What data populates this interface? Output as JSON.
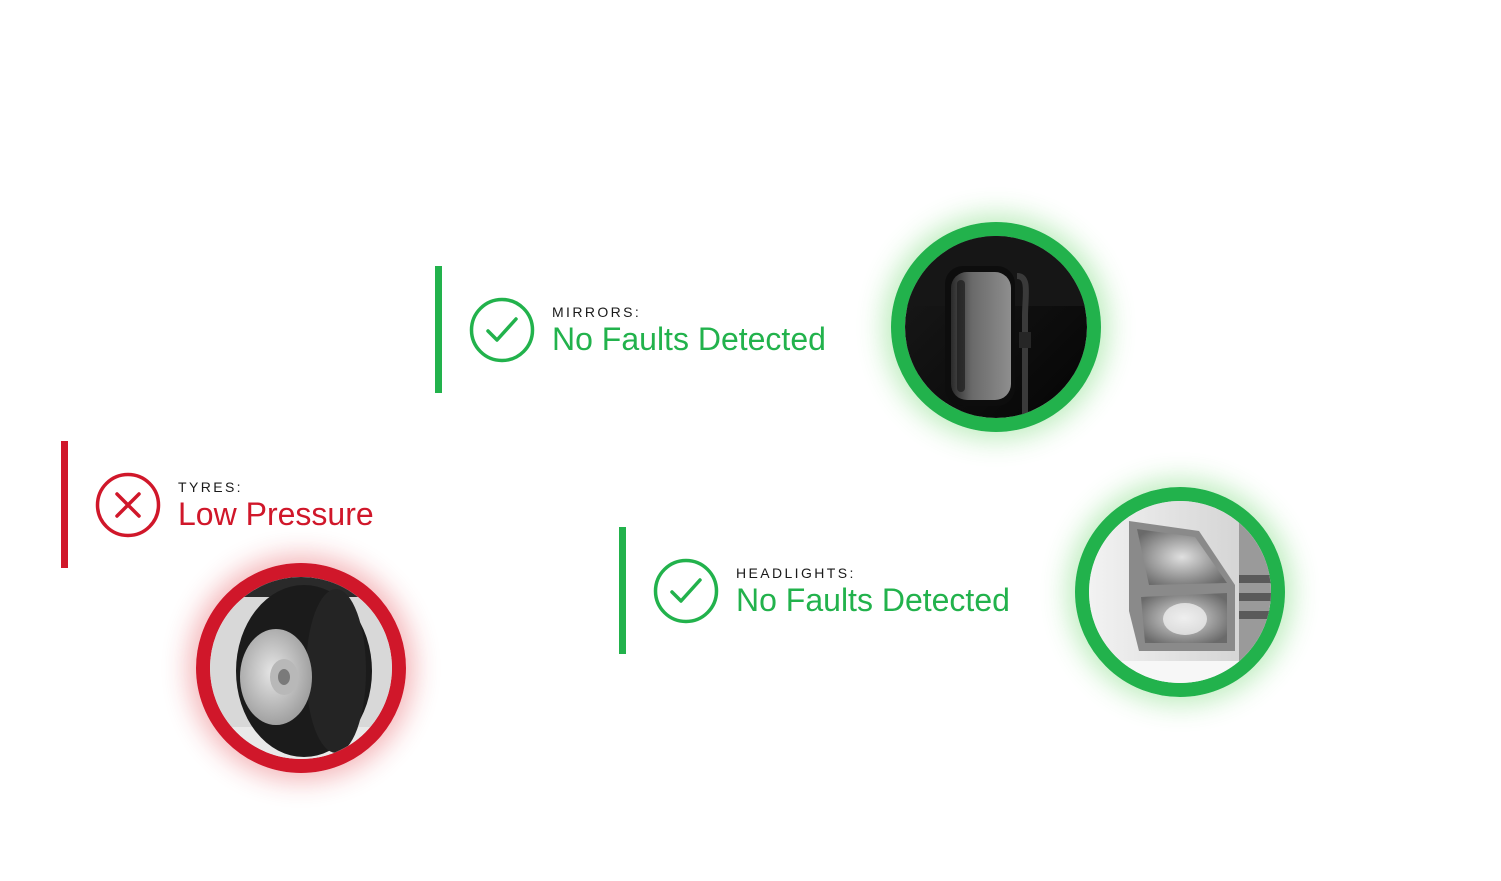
{
  "colors": {
    "ok": "#22b24c",
    "fault": "#d0172a",
    "label": "#1a1a1a"
  },
  "checks": {
    "mirrors": {
      "label": "MIRRORS:",
      "status": "No Faults Detected",
      "state": "ok",
      "icon": "check-circle-icon",
      "photo": "side-mirror-photo"
    },
    "tyres": {
      "label": "TYRES:",
      "status": "Low Pressure",
      "state": "fault",
      "icon": "x-circle-icon",
      "photo": "truck-tyre-photo"
    },
    "headlights": {
      "label": "HEADLIGHTS:",
      "status": "No Faults Detected",
      "state": "ok",
      "icon": "check-circle-icon",
      "photo": "headlight-photo"
    }
  }
}
